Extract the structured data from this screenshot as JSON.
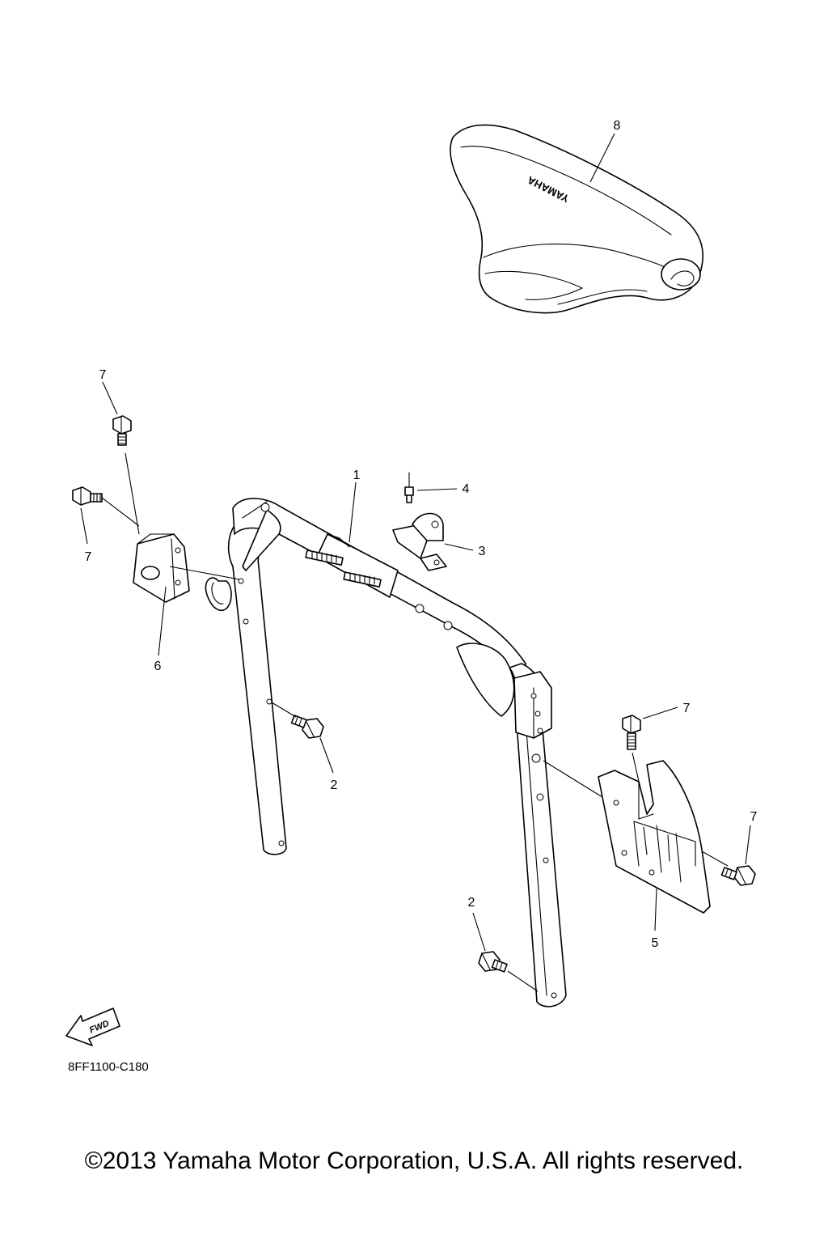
{
  "diagram": {
    "part_labels": [
      {
        "key": "p8",
        "text": "8"
      },
      {
        "key": "p7a",
        "text": "7"
      },
      {
        "key": "p7b",
        "text": "7"
      },
      {
        "key": "p1",
        "text": "1"
      },
      {
        "key": "p4",
        "text": "4"
      },
      {
        "key": "p3",
        "text": "3"
      },
      {
        "key": "p6",
        "text": "6"
      },
      {
        "key": "p2a",
        "text": "2"
      },
      {
        "key": "p7c",
        "text": "7"
      },
      {
        "key": "p7d",
        "text": "7"
      },
      {
        "key": "p2b",
        "text": "2"
      },
      {
        "key": "p5",
        "text": "5"
      }
    ],
    "seat_logo": "YAMAHA",
    "fwd_arrow": "FWD",
    "diagram_code": "8FF1100-C180"
  },
  "footer": {
    "copyright": "©2013 Yamaha Motor Corporation, U.S.A. All rights reserved."
  }
}
